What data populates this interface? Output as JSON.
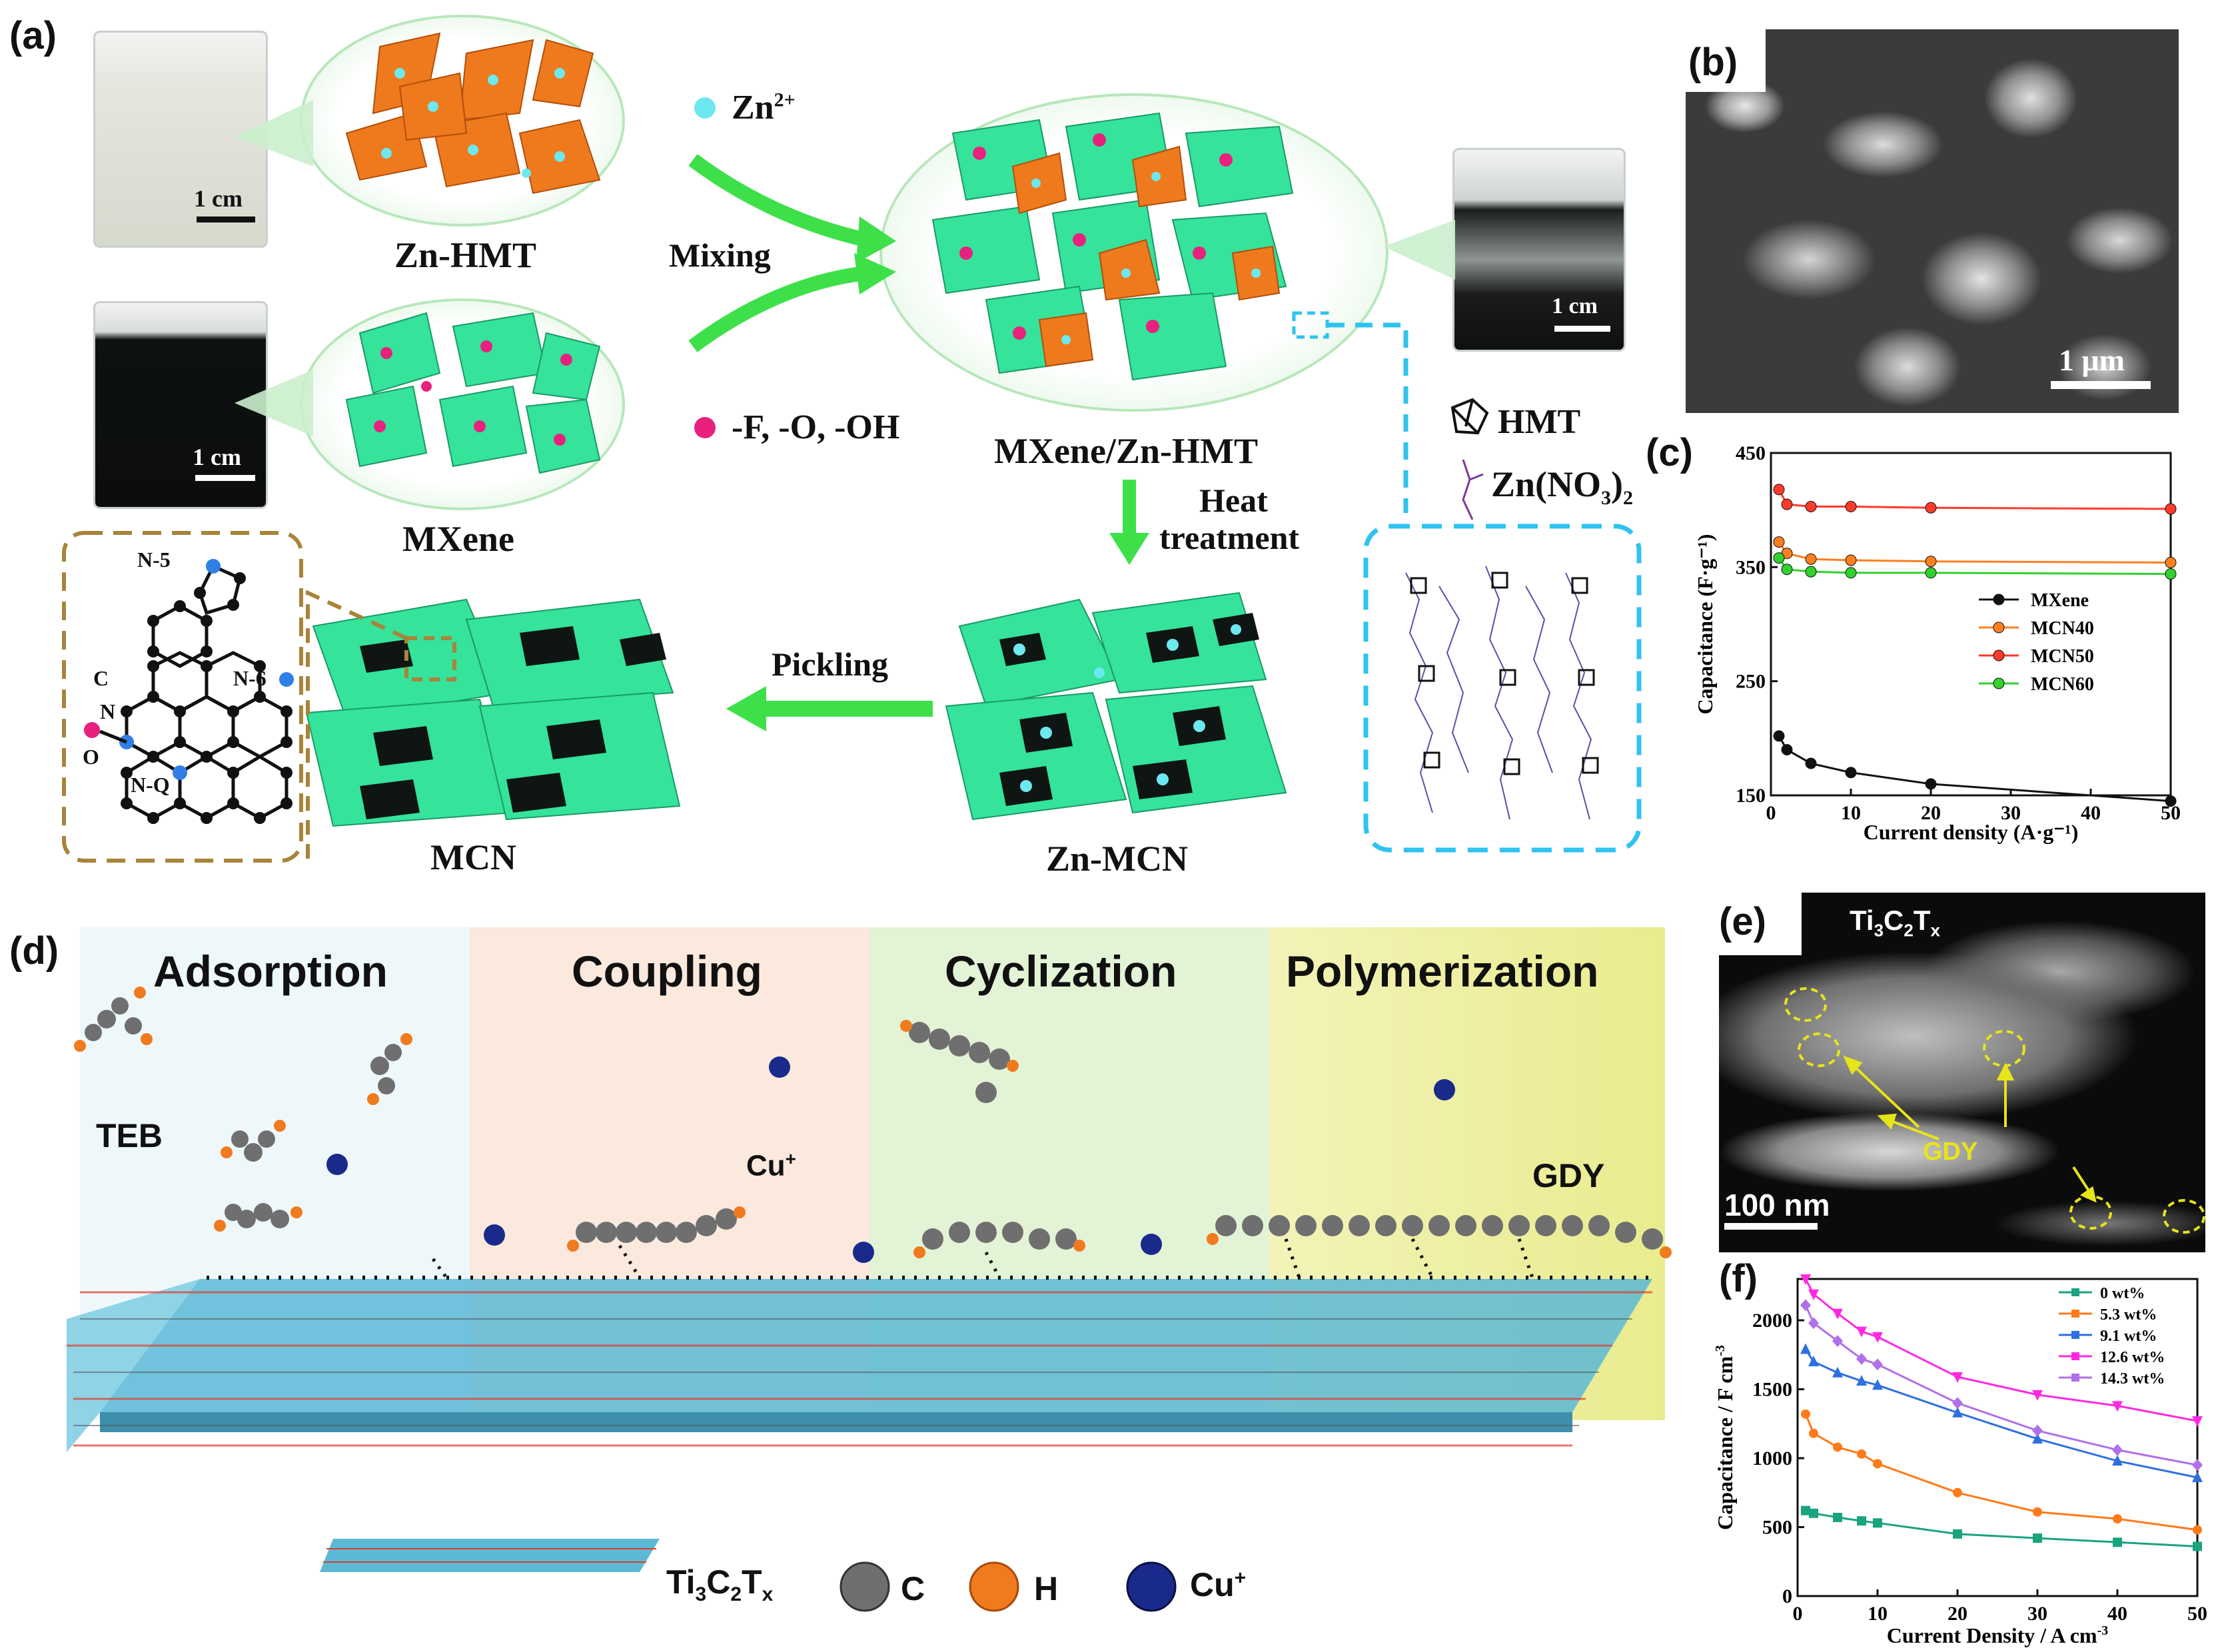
{
  "figure": {
    "panels": {
      "a": "(a)",
      "b": "(b)",
      "c": "(c)",
      "d": "(d)",
      "e": "(e)",
      "f": "(f)"
    }
  },
  "panel_a": {
    "zn_hmt_label": "Zn-HMT",
    "mxene_label": "MXene",
    "mxene_znhmt_label": "MXene/Zn-HMT",
    "zn_mcn_label": "Zn-MCN",
    "mcn_label": "MCN",
    "zn_ion_label": "Zn",
    "zn_ion_sup": "2+",
    "terminal_label": "-F, -O, -OH",
    "mixing_label": "Mixing",
    "heat_label_1": "Heat",
    "heat_label_2": "treatment",
    "pickling_label": "Pickling",
    "hmt_label": "HMT",
    "zn_no3_label": "Zn(NO",
    "zn_no3_sub": "3",
    "zn_no3_tail": ")",
    "zn_no3_sub2": "2",
    "scale_1cm": "1 cm",
    "n5": "N-5",
    "n6": "N-6",
    "nq": "N-Q",
    "c": "C",
    "n": "N",
    "o": "O"
  },
  "panel_b": {
    "scale_label": "1 μm"
  },
  "panel_d": {
    "stages": [
      "Adsorption",
      "Coupling",
      "Cyclization",
      "Polymerization"
    ],
    "teb_label": "TEB",
    "cu_label": "Cu",
    "cu_sup": "+",
    "gdy_label": "GDY",
    "legend_ti": "Ti",
    "legend_ti_sub1": "3",
    "legend_c_mid": "C",
    "legend_ti_sub2": "2",
    "legend_t": "T",
    "legend_ti_sub3": "x",
    "legend_c": "C",
    "legend_h": "H",
    "legend_cu": "Cu",
    "legend_cu_sup": "+"
  },
  "panel_e": {
    "title_main": "Ti",
    "title_sub1": "3",
    "title_c": "C",
    "title_sub2": "2",
    "title_t": "T",
    "title_sub3": "x",
    "gdy_label": "GDY",
    "scale_label": "100 nm"
  },
  "colors": {
    "mxene_green": "#35e39b",
    "znhmt_orange": "#ef7a1e",
    "arrow_green": "#3ee04a",
    "dash_cyan": "#2ec3f0",
    "dash_brown": "#a8843a",
    "mxene_line": "#111111",
    "mcn40": "#ff7f1f",
    "mcn50": "#ff3a2a",
    "mcn60": "#33d12f",
    "f_0": "#1aa37f",
    "f_53": "#ff7a1a",
    "f_91": "#2f6fe0",
    "f_126": "#ff29e0",
    "f_143": "#b070e8"
  },
  "chart_data": [
    {
      "id": "c",
      "type": "line",
      "xlabel": "Current density (A·g⁻¹)",
      "ylabel": "Capacitance (F·g⁻¹)",
      "xlim": [
        0,
        50
      ],
      "ylim": [
        150,
        450
      ],
      "xticks": [
        0,
        10,
        20,
        30,
        40,
        50
      ],
      "yticks": [
        150,
        250,
        350,
        450
      ],
      "legend_position": "center-right",
      "series": [
        {
          "name": "MXene",
          "color": "#111111",
          "x": [
            1,
            2,
            5,
            10,
            20,
            50
          ],
          "y": [
            202,
            190,
            178,
            170,
            160,
            145
          ]
        },
        {
          "name": "MCN40",
          "color": "#ff7f1f",
          "x": [
            1,
            2,
            5,
            10,
            20,
            50
          ],
          "y": [
            372,
            362,
            357,
            356,
            355,
            354
          ]
        },
        {
          "name": "MCN50",
          "color": "#ff3a2a",
          "x": [
            1,
            2,
            5,
            10,
            20,
            50
          ],
          "y": [
            418,
            405,
            403,
            403,
            402,
            401
          ]
        },
        {
          "name": "MCN60",
          "color": "#33d12f",
          "x": [
            1,
            2,
            5,
            10,
            20,
            50
          ],
          "y": [
            358,
            348,
            346,
            345,
            345,
            344
          ]
        }
      ]
    },
    {
      "id": "f",
      "type": "line",
      "xlabel_main": "Current Density / A cm",
      "xlabel_sup": "-3",
      "ylabel_main": "Capacitance / F cm",
      "ylabel_sup": "-3",
      "xlim": [
        0,
        50
      ],
      "ylim": [
        0,
        2300
      ],
      "xticks": [
        0,
        10,
        20,
        30,
        40,
        50
      ],
      "yticks": [
        0,
        500,
        1000,
        1500,
        2000
      ],
      "legend_position": "top-right",
      "series": [
        {
          "name": "0 wt%",
          "color": "#1aa37f",
          "marker": "square",
          "x": [
            1,
            2,
            5,
            8,
            10,
            20,
            30,
            40,
            50
          ],
          "y": [
            620,
            600,
            570,
            545,
            530,
            450,
            420,
            390,
            360
          ]
        },
        {
          "name": "5.3 wt%",
          "color": "#ff7a1a",
          "marker": "circle",
          "x": [
            1,
            2,
            5,
            8,
            10,
            20,
            30,
            40,
            50
          ],
          "y": [
            1320,
            1180,
            1080,
            1030,
            960,
            750,
            610,
            560,
            480
          ]
        },
        {
          "name": "9.1 wt%",
          "color": "#2f6fe0",
          "marker": "triangle-up",
          "x": [
            1,
            2,
            5,
            8,
            10,
            20,
            30,
            40,
            50
          ],
          "y": [
            1790,
            1700,
            1620,
            1560,
            1530,
            1330,
            1140,
            980,
            860
          ]
        },
        {
          "name": "12.6 wt%",
          "color": "#ff29e0",
          "marker": "triangle-down",
          "x": [
            1,
            2,
            5,
            8,
            10,
            20,
            30,
            40,
            50
          ],
          "y": [
            2300,
            2190,
            2050,
            1920,
            1880,
            1590,
            1460,
            1380,
            1270
          ]
        },
        {
          "name": "14.3 wt%",
          "color": "#b070e8",
          "marker": "diamond",
          "x": [
            1,
            2,
            5,
            8,
            10,
            20,
            30,
            40,
            50
          ],
          "y": [
            2110,
            1980,
            1850,
            1720,
            1680,
            1400,
            1200,
            1060,
            950
          ]
        }
      ]
    }
  ]
}
